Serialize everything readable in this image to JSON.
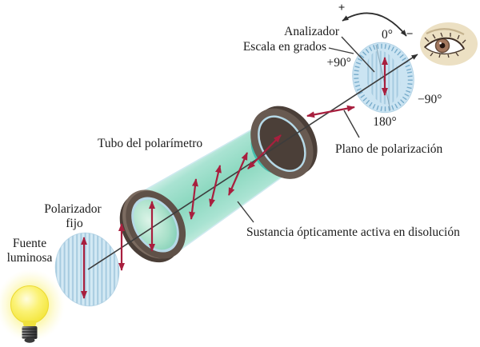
{
  "labels": {
    "light_source_1": "Fuente",
    "light_source_2": "luminosa",
    "polarizer_1": "Polarizador",
    "polarizer_2": "fijo",
    "tube": "Tubo del polarímetro",
    "substance": "Sustancia ópticamente activa en disolución",
    "analyzer": "Analizador",
    "scale": "Escala en grados",
    "plane": "Plano de polarización"
  },
  "scale_marks": {
    "zero": "0°",
    "plus90": "+90°",
    "minus90": "−90°",
    "d180": "180°"
  },
  "rotation_signs": {
    "plus": "+",
    "minus": "−"
  },
  "icons": {
    "light_bulb": "light-bulb-icon",
    "eye": "eye-icon"
  },
  "colors": {
    "polarization_arrow_red": "#a81f3e",
    "tube_teal": "#8bd8bf",
    "solution_teal": "#3dbcab",
    "disc_blue": "#cde6f2",
    "disc_stripe_blue": "#a6cbe0",
    "ring_brown": "#64554d",
    "bulb_yellow": "#f2e32e",
    "line_black": "#3c3c3c"
  }
}
